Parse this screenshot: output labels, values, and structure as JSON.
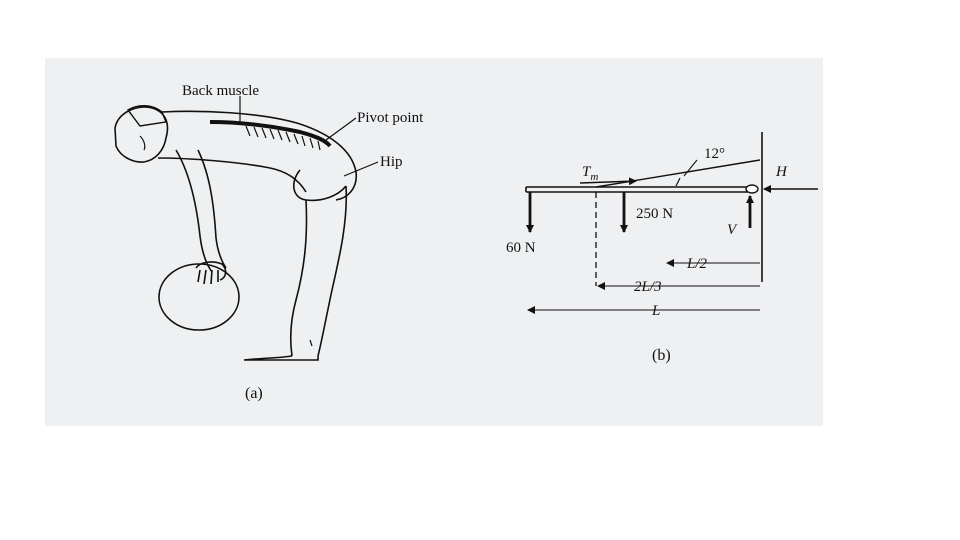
{
  "panel_a": {
    "label_back_muscle": "Back muscle",
    "label_pivot_point": "Pivot point",
    "label_hip": "Hip",
    "caption": "(a)"
  },
  "panel_b": {
    "tension_label": "T",
    "tension_subscript": "m",
    "angle_label": "12°",
    "horizontal_force_label": "H",
    "vertical_force_label": "V",
    "weight_load_label": "60 N",
    "weight_body_label": "250 N",
    "dim_half": "L/2",
    "dim_two_thirds": "2L/3",
    "dim_full": "L",
    "caption": "(b)"
  },
  "colors": {
    "ink": "#111111",
    "scan_background": "#eef0f2"
  }
}
